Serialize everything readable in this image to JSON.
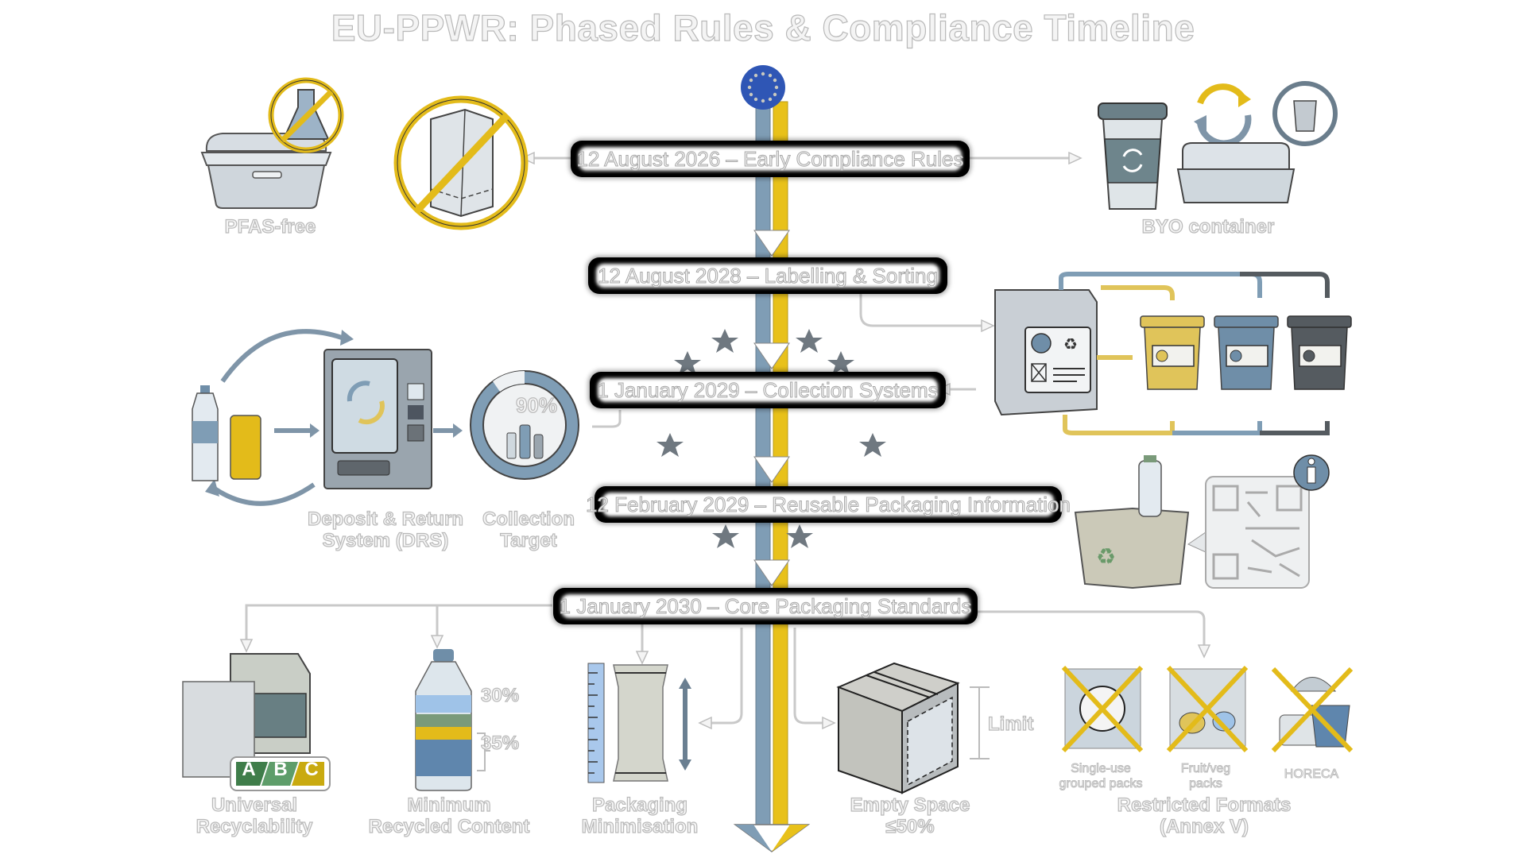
{
  "title": "EU-PPWR: Phased Rules & Compliance Timeline",
  "colors": {
    "eu_blue": "#2f56b5",
    "eu_star": "#9aa3ad",
    "spine_blue": "#7f9db5",
    "spine_yellow": "#e8c11a",
    "label_outline": "#b9b9b9",
    "milestone_frame": "#000000",
    "bin_yellow": "#e0c45a",
    "bin_blue": "#6f8ea8",
    "bin_dark": "#555b60",
    "grade_a": "#3f7d4a",
    "grade_b": "#5e9d6a",
    "grade_c": "#c9aa10"
  },
  "timeline": {
    "emblem": "eu-flag-icon",
    "milestones": [
      {
        "date": "12 August 2026",
        "title": "Early Compliance Rules",
        "text": "12 August 2026 – Early Compliance Rules"
      },
      {
        "date": "12 August 2028",
        "title": "Labelling & Sorting",
        "text": "12 August 2028 – Labelling & Sorting"
      },
      {
        "date": "1 January 2029",
        "title": "Collection Systems",
        "text": "1 January 2029 – Collection Systems"
      },
      {
        "date": "12 February 2029",
        "title": "Reusable Packaging Information",
        "text": "12 February 2029 – Reusable Packaging Information"
      },
      {
        "date": "1 January 2030",
        "title": "Core Packaging Standards",
        "text": "1 January 2030 – Core Packaging Standards"
      }
    ]
  },
  "early_compliance": {
    "pfas": {
      "label": "PFAS-free",
      "icon": "banned-chemical-flask-icon"
    },
    "banned_box": {
      "icon": "banned-packaging-box-icon"
    },
    "byo": {
      "label": "BYO container",
      "icons": [
        "reusable-cup-icon",
        "refill-cycle-icon",
        "lunch-container-icon"
      ]
    }
  },
  "labelling": {
    "icons": [
      "labelled-box-icon",
      "yellow-bin-icon",
      "blue-bin-icon",
      "dark-bin-icon"
    ]
  },
  "collection": {
    "drs_label_line1": "Deposit & Return",
    "drs_label_line2": "System (DRS)",
    "target_label_line1": "Collection",
    "target_label_line2": "Target",
    "target_value": "90%",
    "target_fraction": 0.9
  },
  "reusable_info": {
    "icons": [
      "reusable-box-icon",
      "qr-code-icon",
      "info-icon"
    ]
  },
  "core_standards": {
    "items": [
      {
        "label_line1": "Universal",
        "label_line2": "Recyclability",
        "grades": [
          "A",
          "B",
          "C"
        ]
      },
      {
        "label_line1": "Minimum",
        "label_line2": "Recycled Content",
        "values": [
          "30%",
          "35%"
        ]
      },
      {
        "label_line1": "Packaging",
        "label_line2": "Minimisation"
      },
      {
        "label_line1": "Empty Space",
        "label_line2": "≤50%",
        "limit_label": "Limit"
      },
      {
        "label_line1": "Restricted Formats",
        "label_line2": "(Annex V)",
        "formats": [
          {
            "line1": "Single-use",
            "line2": "grouped packs"
          },
          {
            "line1": "Fruit/veg",
            "line2": "packs"
          },
          {
            "line1": "HORECA",
            "line2": ""
          }
        ]
      }
    ]
  }
}
